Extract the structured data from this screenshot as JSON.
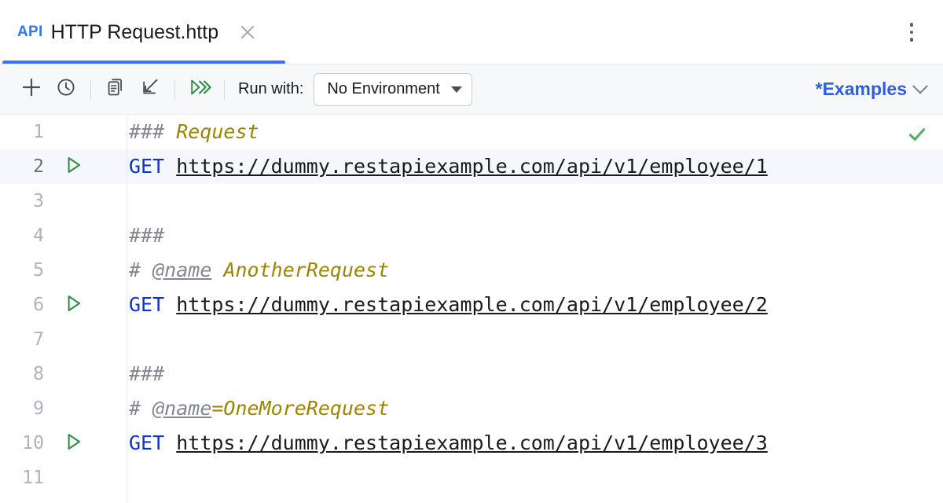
{
  "window": {
    "tab": {
      "badge": "API",
      "title": "HTTP Request.http",
      "close_icon": "close-icon"
    },
    "kebab_menu_icon": "more-vertical-icon",
    "accent_color": "#3574f0"
  },
  "toolbar": {
    "buttons": [
      {
        "name": "add-request-button",
        "icon": "plus-icon"
      },
      {
        "name": "history-button",
        "icon": "clock-icon"
      },
      {
        "name": "open-log-button",
        "icon": "documents-icon"
      },
      {
        "name": "import-button",
        "icon": "import-arrow-icon"
      },
      {
        "name": "run-all-button",
        "icon": "run-all-double-chevron-icon"
      }
    ],
    "run_with_label": "Run with:",
    "environment": {
      "selected": "No Environment",
      "caret_icon": "caret-down-icon"
    },
    "examples": {
      "label": "*Examples",
      "chevron_icon": "chevron-down-icon",
      "color": "#2f5fd8"
    }
  },
  "editor": {
    "inspection_status_icon": "green-checkmark-icon",
    "inspection_status_color": "#4caf6a",
    "current_line": 2,
    "lines": [
      {
        "number": "1",
        "runnable": false,
        "tokens": [
          {
            "text": "### ",
            "type": "comment"
          },
          {
            "text": "Request",
            "type": "tagname"
          }
        ]
      },
      {
        "number": "2",
        "runnable": true,
        "tokens": [
          {
            "text": "GET ",
            "type": "method"
          },
          {
            "text": "https://dummy.restapiexample.com/api/v1/employee/1",
            "type": "url"
          }
        ]
      },
      {
        "number": "3",
        "runnable": false,
        "tokens": []
      },
      {
        "number": "4",
        "runnable": false,
        "tokens": [
          {
            "text": "###",
            "type": "comment"
          }
        ]
      },
      {
        "number": "5",
        "runnable": false,
        "tokens": [
          {
            "text": "# ",
            "type": "comment"
          },
          {
            "text": "@name",
            "type": "annot"
          },
          {
            "text": " ",
            "type": "comment"
          },
          {
            "text": "AnotherRequest",
            "type": "tagname"
          }
        ]
      },
      {
        "number": "6",
        "runnable": true,
        "tokens": [
          {
            "text": "GET ",
            "type": "method"
          },
          {
            "text": "https://dummy.restapiexample.com/api/v1/employee/2",
            "type": "url"
          }
        ]
      },
      {
        "number": "7",
        "runnable": false,
        "tokens": []
      },
      {
        "number": "8",
        "runnable": false,
        "tokens": [
          {
            "text": "###",
            "type": "comment"
          }
        ]
      },
      {
        "number": "9",
        "runnable": false,
        "tokens": [
          {
            "text": "# ",
            "type": "comment"
          },
          {
            "text": "@name",
            "type": "annot"
          },
          {
            "text": "=OneMoreRequest",
            "type": "tagname"
          }
        ]
      },
      {
        "number": "10",
        "runnable": true,
        "tokens": [
          {
            "text": "GET ",
            "type": "method"
          },
          {
            "text": "https://dummy.restapiexample.com/api/v1/employee/3",
            "type": "url"
          }
        ]
      },
      {
        "number": "11",
        "runnable": false,
        "tokens": []
      }
    ]
  }
}
